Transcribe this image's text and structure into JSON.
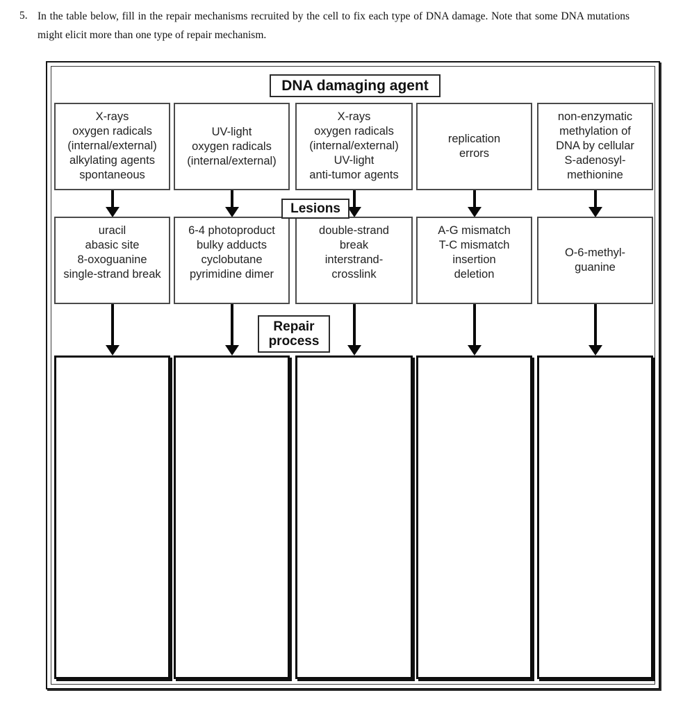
{
  "question": {
    "number": "5.",
    "text": "In the table below, fill in the repair mechanisms recruited by the cell to fix each type of DNA damage. Note that some DNA mutations might elicit more than one type of repair mechanism."
  },
  "diagram": {
    "stage_labels": {
      "agent": "DNA damaging agent",
      "lesions": "Lesions",
      "repair_line1": "Repair",
      "repair_line2": "process"
    },
    "columns": [
      {
        "id": "column-1",
        "agent": "X-rays\noxygen radicals\n(internal/external)\nalkylating agents\nspontaneous",
        "lesion": "uracil\nabasic site\n8-oxoguanine\nsingle-strand break",
        "repair": ""
      },
      {
        "id": "column-2",
        "agent": "UV-light\noxygen radicals\n(internal/external)",
        "lesion": "6-4 photoproduct\nbulky adducts\ncyclobutane\npyrimidine dimer",
        "repair": ""
      },
      {
        "id": "column-3",
        "agent": "X-rays\noxygen radicals\n(internal/external)\nUV-light\nanti-tumor agents",
        "lesion": "double-strand\nbreak\ninterstrand-\ncrosslink",
        "repair": ""
      },
      {
        "id": "column-4",
        "agent": "replication\nerrors",
        "lesion": "A-G mismatch\nT-C mismatch\ninsertion\ndeletion",
        "repair": ""
      },
      {
        "id": "column-5",
        "agent": "non-enzymatic\nmethylation of\nDNA by cellular\nS-adenosyl-\nmethionine",
        "lesion": "O-6-methyl-\nguanine",
        "repair": ""
      }
    ]
  },
  "colors": {
    "ink": "#111111",
    "box_border": "#4a4a4a",
    "empty_box_border": "#0d0d0d",
    "page_background": "#ffffff"
  }
}
